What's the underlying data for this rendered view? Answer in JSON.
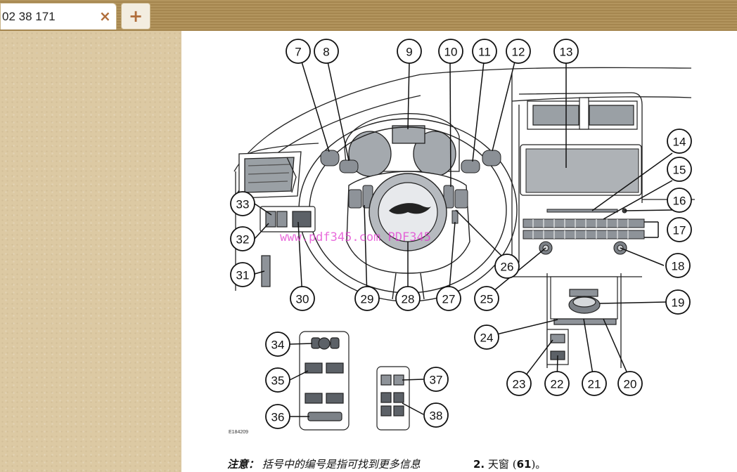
{
  "tab": {
    "title": "02 38 171",
    "close_glyph": "×",
    "new_tab_glyph": "+"
  },
  "figure": {
    "id": "E184209",
    "watermark": "www.pdf345.com PDF345",
    "callouts": [
      "7",
      "8",
      "9",
      "10",
      "11",
      "12",
      "13",
      "14",
      "15",
      "16",
      "17",
      "18",
      "19",
      "20",
      "21",
      "22",
      "23",
      "24",
      "25",
      "26",
      "27",
      "28",
      "29",
      "30",
      "31",
      "32",
      "33",
      "34",
      "35",
      "36",
      "37",
      "38"
    ]
  },
  "note": {
    "label": "注意：",
    "text": "括号中的编号是指可找到更多信息"
  },
  "list_item": {
    "number": "2.",
    "text": "天窗",
    "ref_open": " (",
    "ref": "61",
    "ref_close": ")。"
  }
}
